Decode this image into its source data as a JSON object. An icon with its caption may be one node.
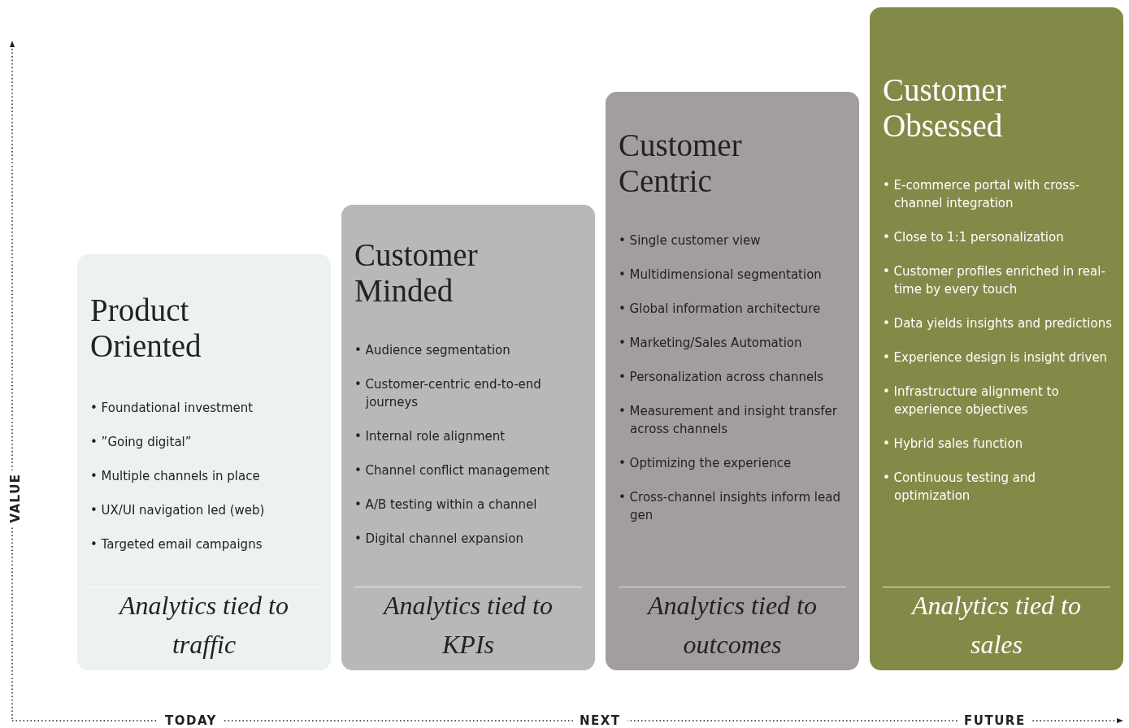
{
  "diagram": {
    "nodes": [
      {
        "text": [
          "Product Oriented",
          "• Foundational investment",
          "• ”Going digital”",
          "• Multiple channels in place",
          "• UX/UI navigation led (web)",
          "• Targeted email campaigns",
          "Analytics tied to traffic"
        ]
      },
      {
        "text": [
          "Customer Minded",
          "• Audience segmentation",
          "• Customer-centric end-to-end journeys",
          "• Internal role alignment",
          "• Channel conflict management",
          "• A/B testing within a channel",
          "• Digital channel expansion",
          "Analytics tied to KPIs"
        ]
      },
      {
        "text": [
          "Customer Centric",
          "• Single customer view",
          "• Multidimensional segmentation",
          "• Global information architecture",
          "• Marketing/Sales Automation",
          "• Personalization across channels",
          "• Measurement and insight transfer across channels",
          "• Optimizing the experience",
          "• Cross-channel insights inform lead gen",
          "Analytics tied to outcomes"
        ]
      },
      {
        "text": [
          "Customer Obsessed",
          "• E-commerce portal with cross-channel integration",
          "• Close to 1:1 personalization",
          "• Customer profiles enriched in real-time by every touch",
          "• Data yields insights and predictions",
          "• Experience design is insight driven",
          "• Infrastructure alignment to experience objectives",
          "• Hybrid sales function",
          "• Continuous testing and optimization",
          "Analytics tied to sales"
        ]
      }
    ],
    "labels": [
      "VALUE",
      "TODAY",
      "NEXT",
      "FUTURE"
    ]
  }
}
